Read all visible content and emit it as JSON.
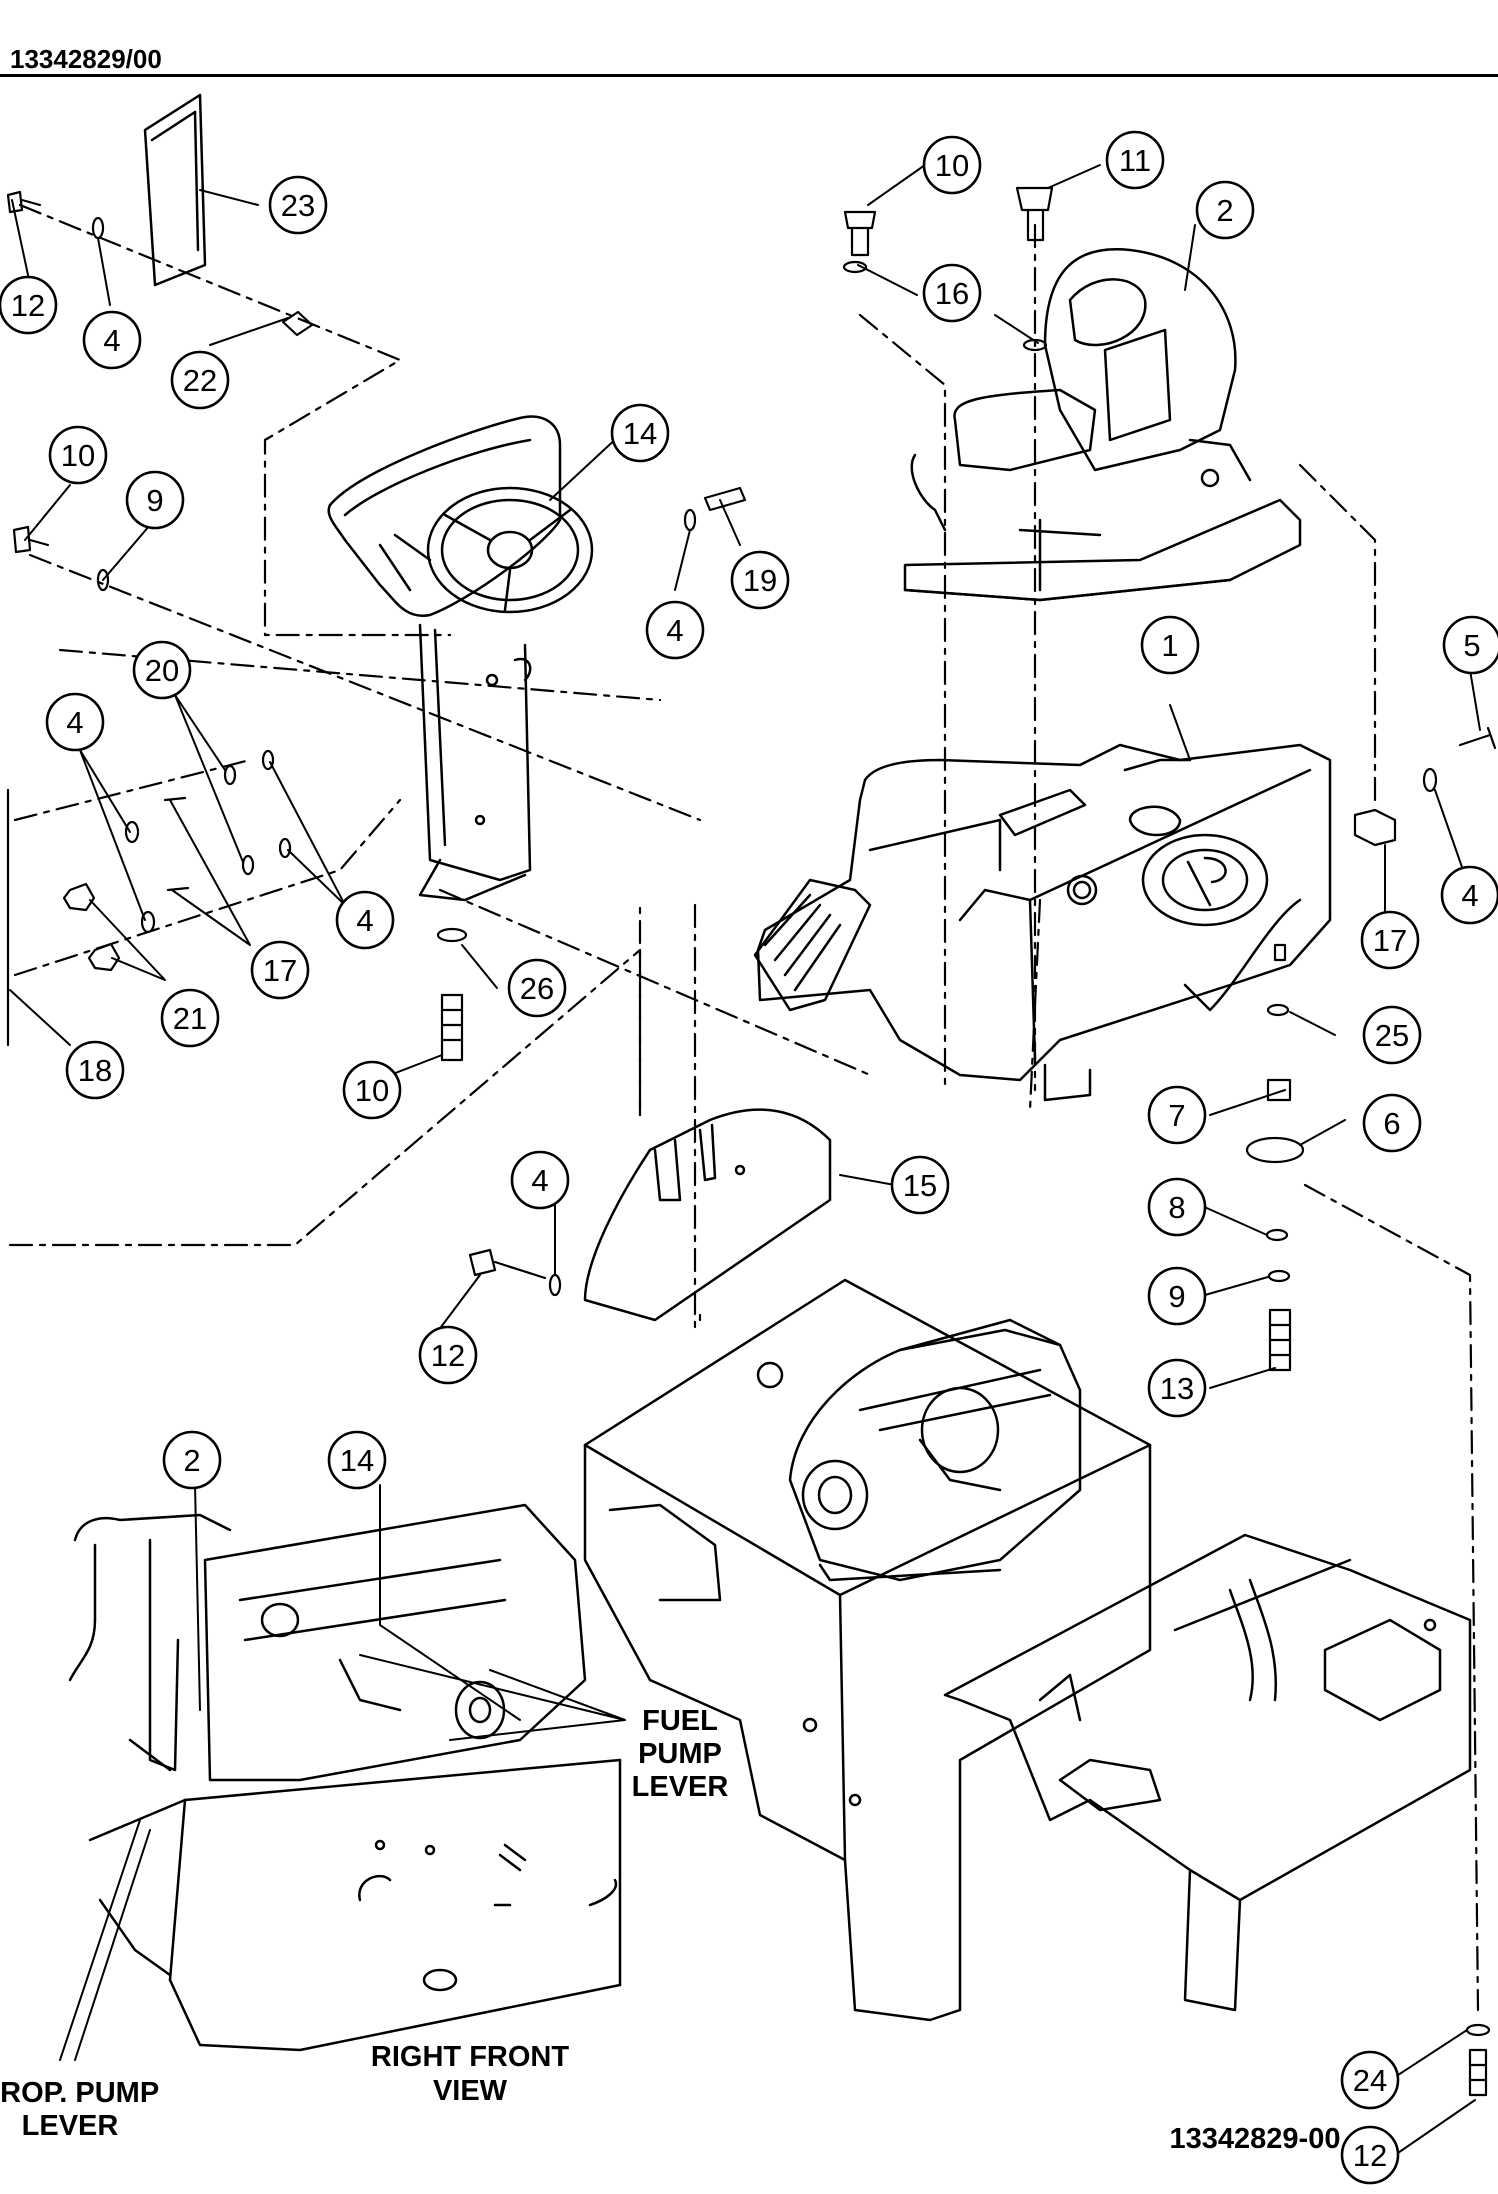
{
  "header": {
    "doc_number": "13342829/00"
  },
  "footer": {
    "drawing_number": "13342829-00"
  },
  "callouts": [
    "23",
    "12",
    "4",
    "22",
    "10",
    "9",
    "14",
    "4",
    "19",
    "20",
    "4",
    "4",
    "17",
    "21",
    "18",
    "4",
    "26",
    "10",
    "10",
    "11",
    "16",
    "2",
    "1",
    "5",
    "4",
    "17",
    "25",
    "7",
    "6",
    "8",
    "9",
    "13",
    "15",
    "4",
    "12",
    "24",
    "12",
    "2",
    "14"
  ],
  "inset": {
    "caption_line1": "RIGHT FRONT",
    "caption_line2": "VIEW",
    "fuel_label_1": "FUEL",
    "fuel_label_2": "PUMP",
    "fuel_label_3": "LEVER",
    "prop_label_1": "PROP. PUMP",
    "prop_label_2": "LEVER"
  },
  "colors": {
    "ink": "#000000",
    "paper": "#ffffff"
  }
}
